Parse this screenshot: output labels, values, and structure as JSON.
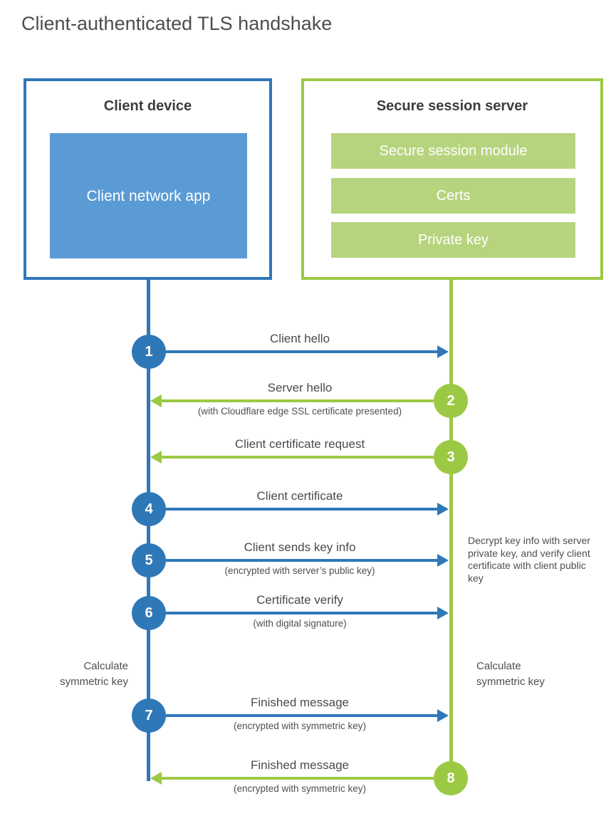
{
  "title": "Client-authenticated TLS handshake",
  "colors": {
    "client_accent": "#2f78b8",
    "client_fill": "#5b9bd5",
    "server_accent": "#9cc943",
    "server_fill": "#b6d47e",
    "text_dark": "#3d3d3d",
    "text_gray": "#4a4a4a"
  },
  "client": {
    "title": "Client device",
    "app": "Client network app"
  },
  "server": {
    "title": "Secure session server",
    "modules": [
      "Secure session module",
      "Certs",
      "Private key"
    ]
  },
  "steps": [
    {
      "num": "1",
      "from": "client",
      "to": "server",
      "label": "Client hello",
      "sub": ""
    },
    {
      "num": "2",
      "from": "server",
      "to": "client",
      "label": "Server hello",
      "sub": "(with Cloudflare edge SSL certificate presented)"
    },
    {
      "num": "3",
      "from": "server",
      "to": "client",
      "label": "Client certificate request",
      "sub": ""
    },
    {
      "num": "4",
      "from": "client",
      "to": "server",
      "label": "Client certificate",
      "sub": ""
    },
    {
      "num": "5",
      "from": "client",
      "to": "server",
      "label": "Client sends key info",
      "sub": "(encrypted with server’s public key)"
    },
    {
      "num": "6",
      "from": "client",
      "to": "server",
      "label": "Certificate verify",
      "sub": "(with digital signature)"
    },
    {
      "num": "7",
      "from": "client",
      "to": "server",
      "label": "Finished message",
      "sub": "(encrypted with symmetric key)"
    },
    {
      "num": "8",
      "from": "server",
      "to": "client",
      "label": "Finished message",
      "sub": "(encrypted with symmetric key)"
    }
  ],
  "annotations": {
    "decrypt_note": "Decrypt key info with server private key, and verify client certificate with client public key",
    "calc_left": "Calculate symmetric key",
    "calc_right": "Calculate symmetric key"
  }
}
